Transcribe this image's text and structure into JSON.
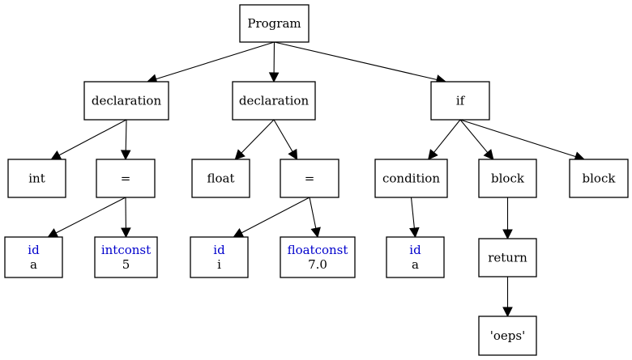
{
  "diagram": {
    "nodes": [
      {
        "id": "program",
        "lines": [
          {
            "text": "Program"
          }
        ]
      },
      {
        "id": "declaration1",
        "lines": [
          {
            "text": "declaration"
          }
        ]
      },
      {
        "id": "declaration2",
        "lines": [
          {
            "text": "declaration"
          }
        ]
      },
      {
        "id": "if",
        "lines": [
          {
            "text": "if"
          }
        ]
      },
      {
        "id": "int",
        "lines": [
          {
            "text": "int"
          }
        ]
      },
      {
        "id": "assign1",
        "lines": [
          {
            "text": "="
          }
        ]
      },
      {
        "id": "float",
        "lines": [
          {
            "text": "float"
          }
        ]
      },
      {
        "id": "assign2",
        "lines": [
          {
            "text": "="
          }
        ]
      },
      {
        "id": "condition",
        "lines": [
          {
            "text": "condition"
          }
        ]
      },
      {
        "id": "block1",
        "lines": [
          {
            "text": "block"
          }
        ]
      },
      {
        "id": "block2",
        "lines": [
          {
            "text": "block"
          }
        ]
      },
      {
        "id": "id_a1",
        "lines": [
          {
            "text": "id",
            "kind": "type"
          },
          {
            "text": "a"
          }
        ]
      },
      {
        "id": "intconst",
        "lines": [
          {
            "text": "intconst",
            "kind": "type"
          },
          {
            "text": "5"
          }
        ]
      },
      {
        "id": "id_i",
        "lines": [
          {
            "text": "id",
            "kind": "type"
          },
          {
            "text": "i"
          }
        ]
      },
      {
        "id": "floatconst",
        "lines": [
          {
            "text": "floatconst",
            "kind": "type"
          },
          {
            "text": "7.0"
          }
        ]
      },
      {
        "id": "id_a2",
        "lines": [
          {
            "text": "id",
            "kind": "type"
          },
          {
            "text": "a"
          }
        ]
      },
      {
        "id": "return",
        "lines": [
          {
            "text": "return"
          }
        ]
      },
      {
        "id": "oeps",
        "lines": [
          {
            "text": "'oeps'"
          }
        ]
      }
    ],
    "edges": [
      {
        "from": "program",
        "to": "declaration1"
      },
      {
        "from": "program",
        "to": "declaration2"
      },
      {
        "from": "program",
        "to": "if"
      },
      {
        "from": "declaration1",
        "to": "int"
      },
      {
        "from": "declaration1",
        "to": "assign1"
      },
      {
        "from": "declaration2",
        "to": "float"
      },
      {
        "from": "declaration2",
        "to": "assign2"
      },
      {
        "from": "if",
        "to": "condition"
      },
      {
        "from": "if",
        "to": "block1"
      },
      {
        "from": "if",
        "to": "block2"
      },
      {
        "from": "assign1",
        "to": "id_a1"
      },
      {
        "from": "assign1",
        "to": "intconst"
      },
      {
        "from": "assign2",
        "to": "id_i"
      },
      {
        "from": "assign2",
        "to": "floatconst"
      },
      {
        "from": "condition",
        "to": "id_a2"
      },
      {
        "from": "block1",
        "to": "return"
      },
      {
        "from": "return",
        "to": "oeps"
      }
    ],
    "colors": {
      "type_label": "#0000cc",
      "text": "#000000",
      "stroke": "#000000",
      "background": "#ffffff"
    }
  }
}
